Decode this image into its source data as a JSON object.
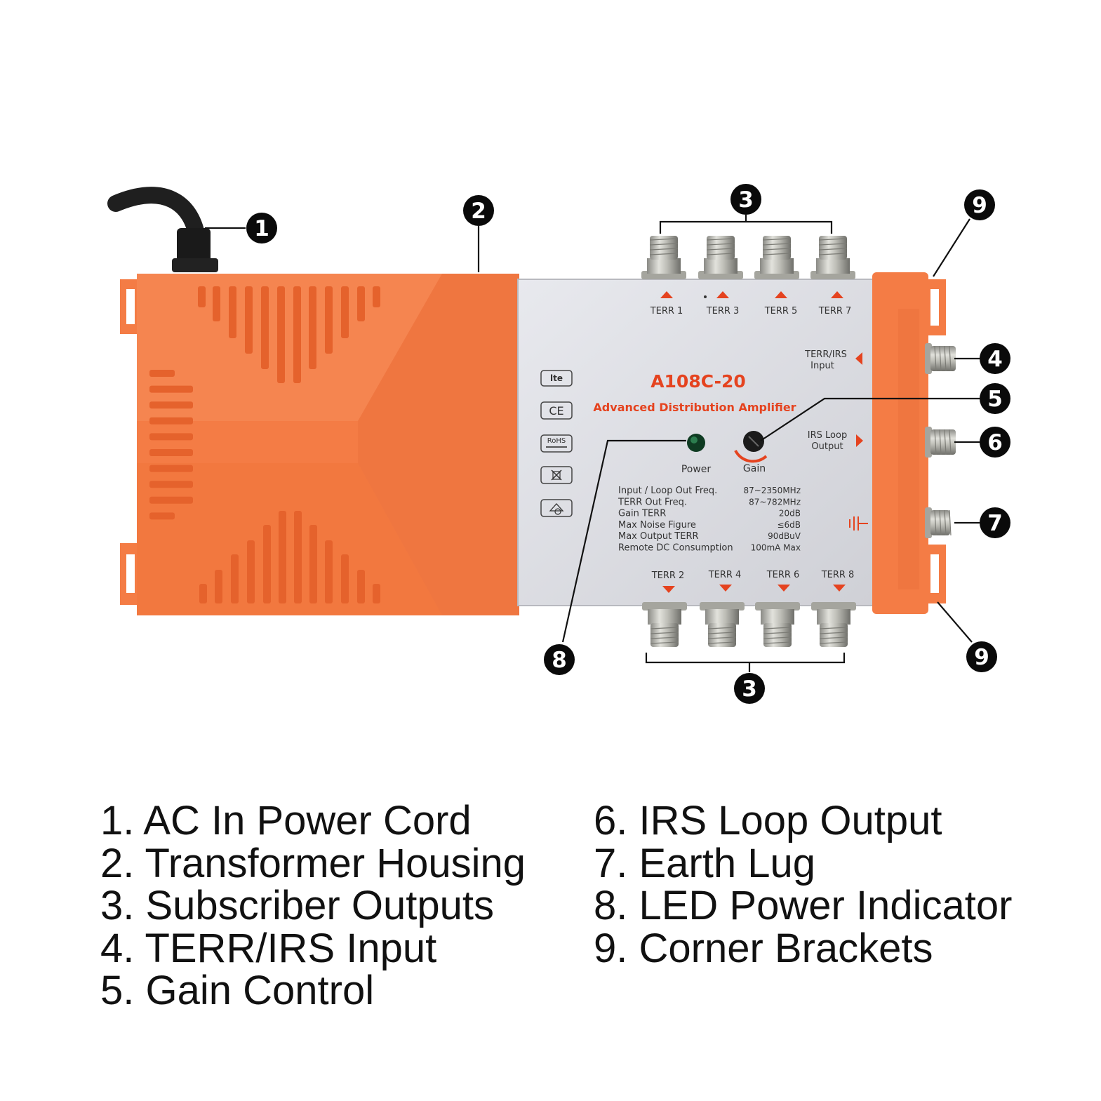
{
  "device": {
    "model": "A108C-20",
    "subtitle": "Advanced Distribution Amplifier",
    "colors": {
      "housing": "#f47c45",
      "housing_dark": "#e56a33",
      "plate": "#dcdde2",
      "red_text": "#e5431f"
    },
    "top_ports": [
      "TERR 1",
      "TERR 3",
      "TERR 5",
      "TERR 7"
    ],
    "bottom_ports": [
      "TERR 2",
      "TERR 4",
      "TERR 6",
      "TERR 8"
    ],
    "input_label": [
      "TERR/IRS",
      "Input"
    ],
    "loop_label": [
      "IRS Loop",
      "Output"
    ],
    "power_label": "Power",
    "gain_label": "Gain",
    "logos": [
      "lte",
      "CE",
      "RoHS",
      "weee-bin",
      "house-symbol"
    ],
    "specs": [
      {
        "name": "Input / Loop Out Freq.",
        "value": "87~2350MHz"
      },
      {
        "name": "TERR Out Freq.",
        "value": "87~782MHz"
      },
      {
        "name": "Gain TERR",
        "value": "20dB"
      },
      {
        "name": "Max Noise Figure",
        "value": "≤6dB"
      },
      {
        "name": "Max Output TERR",
        "value": "90dBuV"
      },
      {
        "name": "Remote DC Consumption",
        "value": "100mA Max"
      }
    ]
  },
  "badges": {
    "b1": "1",
    "b2": "2",
    "b3_top": "3",
    "b3_bottom": "3",
    "b4": "4",
    "b5": "5",
    "b6": "6",
    "b7": "7",
    "b8": "8",
    "b9_top": "9",
    "b9_bottom": "9"
  },
  "legend_left": [
    "1. AC In Power Cord",
    "2. Transformer Housing",
    "3. Subscriber Outputs",
    "4. TERR/IRS Input",
    "5. Gain Control"
  ],
  "legend_right": [
    "6. IRS Loop Output",
    "7. Earth Lug",
    "8. LED Power Indicator",
    "9. Corner Brackets"
  ]
}
